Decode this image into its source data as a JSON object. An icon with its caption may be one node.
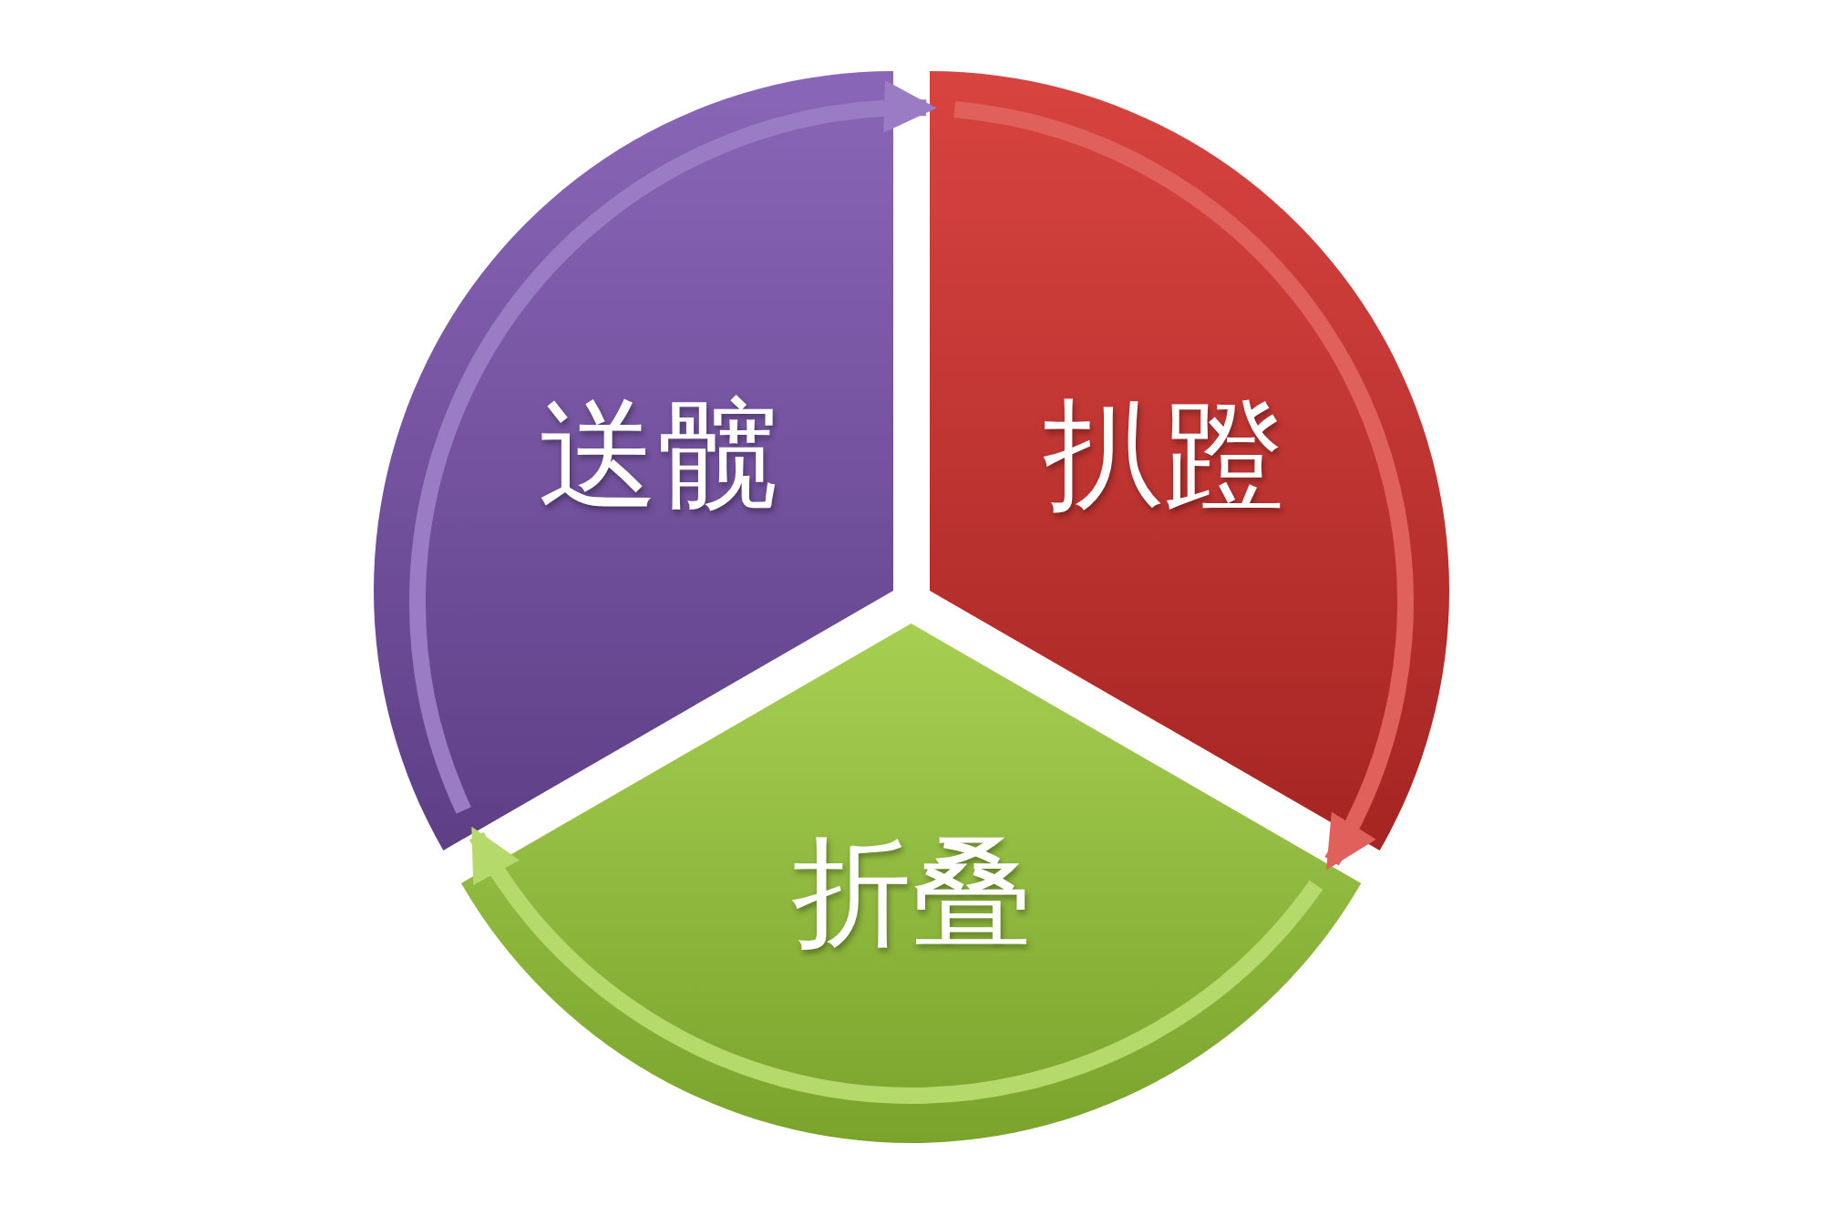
{
  "diagram": {
    "nodes": [
      {
        "text": [
          "送髋"
        ]
      },
      {
        "text": [
          "扒蹬"
        ]
      },
      {
        "text": [
          "折叠"
        ]
      }
    ],
    "edges": [
      {
        "from": 0,
        "to": 1,
        "arrow": "to",
        "color": "#9a7cc4"
      },
      {
        "from": 1,
        "to": 2,
        "arrow": "to",
        "color": "#e0605c"
      },
      {
        "from": 2,
        "to": 0,
        "arrow": "to",
        "color": "#b5d96a"
      }
    ]
  }
}
